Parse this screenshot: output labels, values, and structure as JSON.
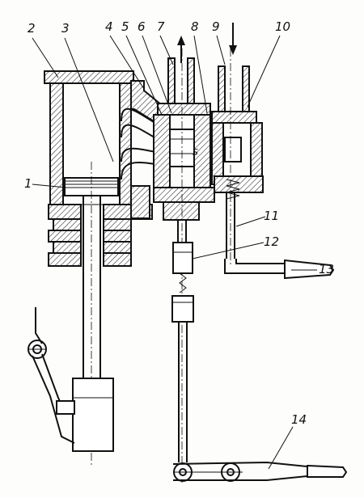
{
  "labels": {
    "n1": "1",
    "n2": "2",
    "n3": "3",
    "n4": "4",
    "n5": "5",
    "n6": "6",
    "n7": "7",
    "n8": "8",
    "n9": "9",
    "n10": "10",
    "n11": "11",
    "n12": "12",
    "n13": "13",
    "n14": "14",
    "s_mark": "S"
  }
}
